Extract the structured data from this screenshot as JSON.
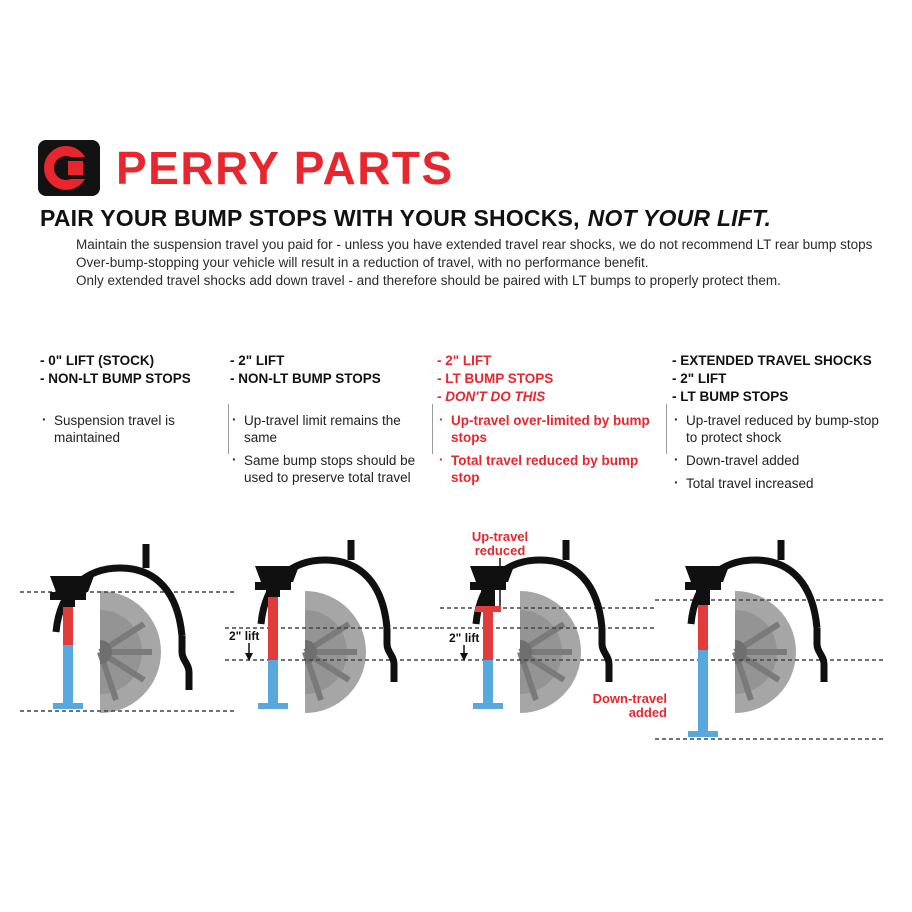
{
  "logo": {
    "brand": "PERRY PARTS"
  },
  "headline": {
    "main": "PAIR YOUR BUMP STOPS WITH YOUR SHOCKS,",
    "emphasis": "NOT YOUR LIFT."
  },
  "intro": {
    "line1": "Maintain the suspension travel you paid for - unless you have extended travel rear shocks, we do not recommend LT rear bump stops",
    "line2": "Over-bump-stopping your vehicle will result in a reduction of travel, with no performance benefit.",
    "line3": "Only extended travel shocks add down travel - and therefore should be paired with LT bumps to properly protect them."
  },
  "columns": [
    {
      "header_lines": [
        "- 0\" LIFT (STOCK)",
        "- NON-LT BUMP STOPS"
      ],
      "bullets": [
        "Suspension travel is maintained"
      ],
      "style": "black"
    },
    {
      "header_lines": [
        "- 2\" LIFT",
        "- NON-LT BUMP STOPS"
      ],
      "bullets": [
        "Up-travel limit remains the same",
        "Same bump stops should be used to preserve total travel"
      ],
      "style": "black"
    },
    {
      "header_lines": [
        "- 2\" LIFT",
        "- LT BUMP STOPS",
        "- DON'T DO THIS"
      ],
      "bullets": [
        "Up-travel over-limited by bump stops",
        "Total travel reduced by bump stop"
      ],
      "style": "red"
    },
    {
      "header_lines": [
        "- EXTENDED TRAVEL SHOCKS",
        "- 2\" LIFT",
        "- LT BUMP STOPS"
      ],
      "bullets": [
        "Up-travel reduced by bump-stop to protect shock",
        "Down-travel added",
        "Total travel increased"
      ],
      "style": "black"
    }
  ],
  "diagrams": {
    "d2_lift_label": "2\" lift",
    "d3_lift_label": "2\" lift",
    "d3_up_travel_label": "Up-travel reduced",
    "d4_down_travel_label": "Down-travel added"
  },
  "colors": {
    "brand_red": "#e8262d",
    "bar_red": "#e23b3b",
    "bar_blue": "#58a8de",
    "wheel_gray": "#a6a6a6",
    "black": "#101010"
  }
}
